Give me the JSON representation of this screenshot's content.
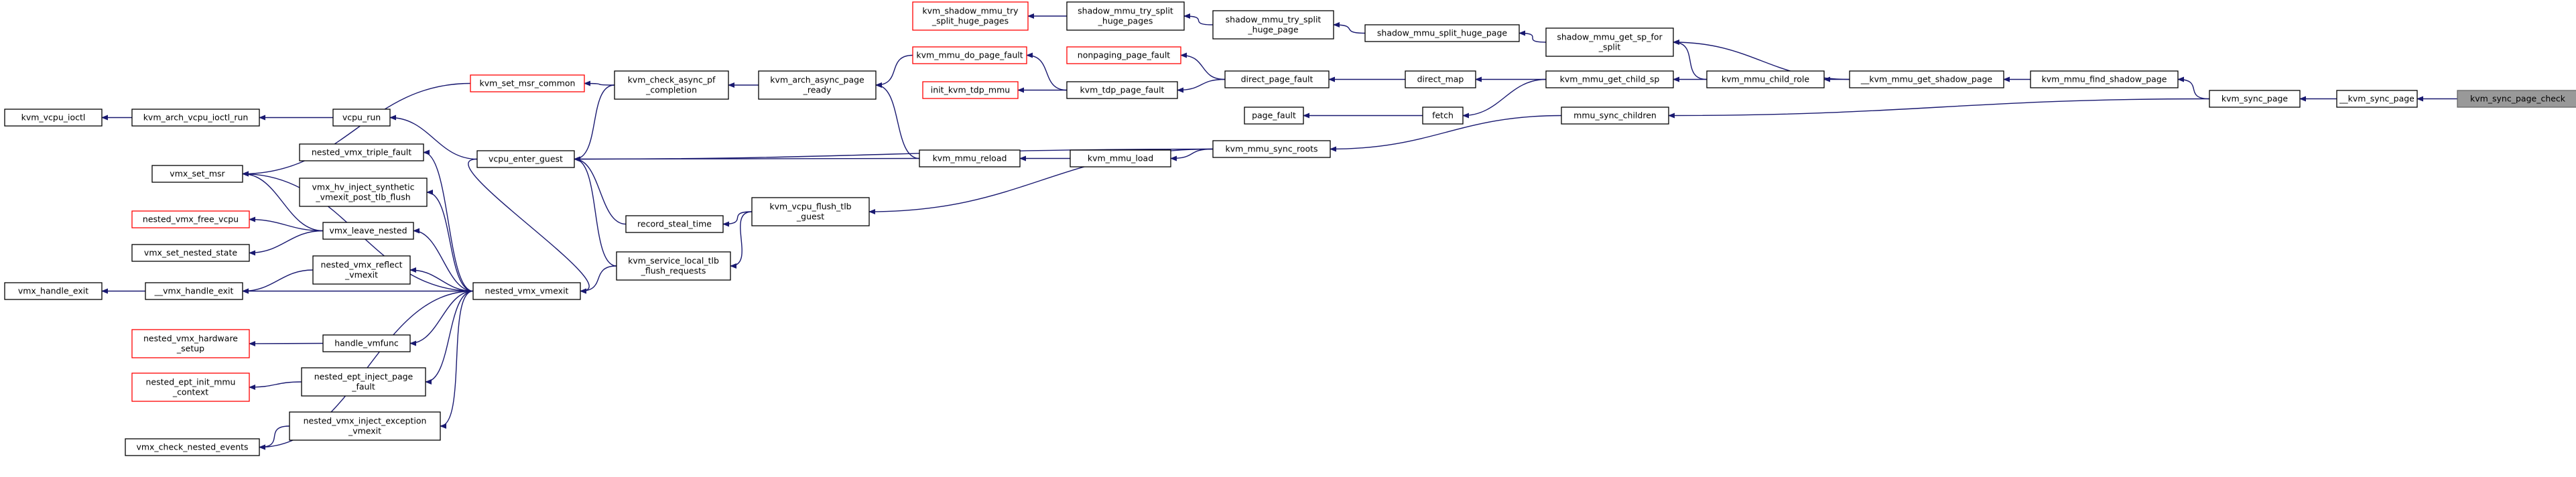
{
  "diagram": {
    "type": "call-graph",
    "direction": "right-to-left",
    "nodes": [
      {
        "id": "kvm_sync_page_check",
        "lines": [
          "kvm_sync_page_check"
        ],
        "style": "current"
      },
      {
        "id": "__kvm_sync_page",
        "lines": [
          "__kvm_sync_page"
        ],
        "style": "normal"
      },
      {
        "id": "kvm_sync_page",
        "lines": [
          "kvm_sync_page"
        ],
        "style": "normal"
      },
      {
        "id": "kvm_mmu_find_shadow_page",
        "lines": [
          "kvm_mmu_find_shadow_page"
        ],
        "style": "normal"
      },
      {
        "id": "__kvm_mmu_get_shadow_page",
        "lines": [
          "__kvm_mmu_get_shadow_page"
        ],
        "style": "normal"
      },
      {
        "id": "kvm_mmu_child_role",
        "lines": [
          "kvm_mmu_child_role"
        ],
        "style": "normal"
      },
      {
        "id": "shadow_mmu_get_sp_for_split",
        "lines": [
          "shadow_mmu_get_sp_for",
          "_split"
        ],
        "style": "normal"
      },
      {
        "id": "kvm_mmu_get_child_sp",
        "lines": [
          "kvm_mmu_get_child_sp"
        ],
        "style": "normal"
      },
      {
        "id": "shadow_mmu_split_huge_page",
        "lines": [
          "shadow_mmu_split_huge_page"
        ],
        "style": "normal"
      },
      {
        "id": "shadow_mmu_try_split_huge_page",
        "lines": [
          "shadow_mmu_try_split",
          "_huge_page"
        ],
        "style": "normal"
      },
      {
        "id": "shadow_mmu_try_split_huge_pages",
        "lines": [
          "shadow_mmu_try_split",
          "_huge_pages"
        ],
        "style": "normal"
      },
      {
        "id": "kvm_shadow_mmu_try_split_huge_pages",
        "lines": [
          "kvm_shadow_mmu_try",
          "_split_huge_pages"
        ],
        "style": "red"
      },
      {
        "id": "direct_map",
        "lines": [
          "direct_map"
        ],
        "style": "normal"
      },
      {
        "id": "fetch",
        "lines": [
          "fetch"
        ],
        "style": "normal"
      },
      {
        "id": "direct_page_fault",
        "lines": [
          "direct_page_fault"
        ],
        "style": "normal"
      },
      {
        "id": "nonpaging_page_fault",
        "lines": [
          "nonpaging_page_fault"
        ],
        "style": "red"
      },
      {
        "id": "kvm_tdp_page_fault",
        "lines": [
          "kvm_tdp_page_fault"
        ],
        "style": "normal"
      },
      {
        "id": "kvm_mmu_do_page_fault",
        "lines": [
          "kvm_mmu_do_page_fault"
        ],
        "style": "red"
      },
      {
        "id": "init_kvm_tdp_mmu",
        "lines": [
          "init_kvm_tdp_mmu"
        ],
        "style": "red"
      },
      {
        "id": "page_fault",
        "lines": [
          "page_fault"
        ],
        "style": "normal"
      },
      {
        "id": "mmu_sync_children",
        "lines": [
          "mmu_sync_children"
        ],
        "style": "normal"
      },
      {
        "id": "kvm_mmu_sync_roots",
        "lines": [
          "kvm_mmu_sync_roots"
        ],
        "style": "normal"
      },
      {
        "id": "kvm_mmu_load",
        "lines": [
          "kvm_mmu_load"
        ],
        "style": "normal"
      },
      {
        "id": "kvm_mmu_reload",
        "lines": [
          "kvm_mmu_reload"
        ],
        "style": "normal"
      },
      {
        "id": "kvm_vcpu_flush_tlb_guest",
        "lines": [
          "kvm_vcpu_flush_tlb",
          "_guest"
        ],
        "style": "normal"
      },
      {
        "id": "kvm_arch_async_page_ready",
        "lines": [
          "kvm_arch_async_page",
          "_ready"
        ],
        "style": "normal"
      },
      {
        "id": "kvm_check_async_pf_completion",
        "lines": [
          "kvm_check_async_pf",
          "_completion"
        ],
        "style": "normal"
      },
      {
        "id": "kvm_set_msr_common",
        "lines": [
          "kvm_set_msr_common"
        ],
        "style": "red"
      },
      {
        "id": "vcpu_enter_guest",
        "lines": [
          "vcpu_enter_guest"
        ],
        "style": "normal"
      },
      {
        "id": "record_steal_time",
        "lines": [
          "record_steal_time"
        ],
        "style": "normal"
      },
      {
        "id": "kvm_service_local_tlb_flush_requests",
        "lines": [
          "kvm_service_local_tlb",
          "_flush_requests"
        ],
        "style": "normal"
      },
      {
        "id": "vcpu_run",
        "lines": [
          "vcpu_run"
        ],
        "style": "normal"
      },
      {
        "id": "kvm_arch_vcpu_ioctl_run",
        "lines": [
          "kvm_arch_vcpu_ioctl_run"
        ],
        "style": "normal"
      },
      {
        "id": "kvm_vcpu_ioctl",
        "lines": [
          "kvm_vcpu_ioctl"
        ],
        "style": "normal"
      },
      {
        "id": "vmx_set_msr",
        "lines": [
          "vmx_set_msr"
        ],
        "style": "normal"
      },
      {
        "id": "nested_vmx_vmexit",
        "lines": [
          "nested_vmx_vmexit"
        ],
        "style": "normal"
      },
      {
        "id": "nested_vmx_triple_fault",
        "lines": [
          "nested_vmx_triple_fault"
        ],
        "style": "normal"
      },
      {
        "id": "vmx_hv_inject_synthetic_vmexit_post_tlb_flush",
        "lines": [
          "vmx_hv_inject_synthetic",
          "_vmexit_post_tlb_flush"
        ],
        "style": "normal"
      },
      {
        "id": "vmx_leave_nested",
        "lines": [
          "vmx_leave_nested"
        ],
        "style": "normal"
      },
      {
        "id": "nested_vmx_free_vcpu",
        "lines": [
          "nested_vmx_free_vcpu"
        ],
        "style": "red"
      },
      {
        "id": "vmx_set_nested_state",
        "lines": [
          "vmx_set_nested_state"
        ],
        "style": "normal"
      },
      {
        "id": "nested_vmx_reflect_vmexit",
        "lines": [
          "nested_vmx_reflect",
          "_vmexit"
        ],
        "style": "normal"
      },
      {
        "id": "__vmx_handle_exit",
        "lines": [
          "__vmx_handle_exit"
        ],
        "style": "normal"
      },
      {
        "id": "vmx_handle_exit",
        "lines": [
          "vmx_handle_exit"
        ],
        "style": "normal"
      },
      {
        "id": "handle_vmfunc",
        "lines": [
          "handle_vmfunc"
        ],
        "style": "normal"
      },
      {
        "id": "nested_vmx_hardware_setup",
        "lines": [
          "nested_vmx_hardware",
          "_setup"
        ],
        "style": "red"
      },
      {
        "id": "nested_ept_inject_page_fault",
        "lines": [
          "nested_ept_inject_page",
          "_fault"
        ],
        "style": "normal"
      },
      {
        "id": "nested_ept_init_mmu_context",
        "lines": [
          "nested_ept_init_mmu",
          "_context"
        ],
        "style": "red"
      },
      {
        "id": "nested_vmx_inject_exception_vmexit",
        "lines": [
          "nested_vmx_inject_exception",
          "_vmexit"
        ],
        "style": "normal"
      },
      {
        "id": "vmx_check_nested_events",
        "lines": [
          "vmx_check_nested_events"
        ],
        "style": "normal"
      }
    ],
    "edges": [
      [
        "__kvm_sync_page",
        "kvm_sync_page_check"
      ],
      [
        "kvm_sync_page",
        "__kvm_sync_page"
      ],
      [
        "kvm_mmu_find_shadow_page",
        "kvm_sync_page"
      ],
      [
        "mmu_sync_children",
        "kvm_sync_page"
      ],
      [
        "__kvm_mmu_get_shadow_page",
        "kvm_mmu_find_shadow_page"
      ],
      [
        "kvm_mmu_child_role",
        "__kvm_mmu_get_shadow_page"
      ],
      [
        "shadow_mmu_get_sp_for_split",
        "__kvm_mmu_get_shadow_page"
      ],
      [
        "kvm_mmu_get_child_sp",
        "kvm_mmu_child_role"
      ],
      [
        "shadow_mmu_get_sp_for_split",
        "kvm_mmu_child_role"
      ],
      [
        "shadow_mmu_split_huge_page",
        "shadow_mmu_get_sp_for_split"
      ],
      [
        "shadow_mmu_try_split_huge_page",
        "shadow_mmu_split_huge_page"
      ],
      [
        "shadow_mmu_try_split_huge_pages",
        "shadow_mmu_try_split_huge_page"
      ],
      [
        "kvm_shadow_mmu_try_split_huge_pages",
        "shadow_mmu_try_split_huge_pages"
      ],
      [
        "direct_map",
        "kvm_mmu_get_child_sp"
      ],
      [
        "fetch",
        "kvm_mmu_get_child_sp"
      ],
      [
        "direct_page_fault",
        "direct_map"
      ],
      [
        "nonpaging_page_fault",
        "direct_page_fault"
      ],
      [
        "kvm_tdp_page_fault",
        "direct_page_fault"
      ],
      [
        "kvm_mmu_do_page_fault",
        "kvm_tdp_page_fault"
      ],
      [
        "init_kvm_tdp_mmu",
        "kvm_tdp_page_fault"
      ],
      [
        "kvm_arch_async_page_ready",
        "kvm_mmu_do_page_fault"
      ],
      [
        "page_fault",
        "fetch"
      ],
      [
        "kvm_mmu_sync_roots",
        "mmu_sync_children"
      ],
      [
        "kvm_mmu_load",
        "kvm_mmu_sync_roots"
      ],
      [
        "kvm_vcpu_flush_tlb_guest",
        "kvm_mmu_sync_roots"
      ],
      [
        "vcpu_enter_guest",
        "kvm_mmu_sync_roots"
      ],
      [
        "kvm_mmu_reload",
        "kvm_mmu_load"
      ],
      [
        "kvm_arch_async_page_ready",
        "kvm_mmu_reload"
      ],
      [
        "vcpu_enter_guest",
        "kvm_mmu_reload"
      ],
      [
        "kvm_check_async_pf_completion",
        "kvm_arch_async_page_ready"
      ],
      [
        "kvm_set_msr_common",
        "kvm_check_async_pf_completion"
      ],
      [
        "vcpu_enter_guest",
        "kvm_check_async_pf_completion"
      ],
      [
        "vmx_set_msr",
        "kvm_set_msr_common"
      ],
      [
        "vcpu_run",
        "vcpu_enter_guest"
      ],
      [
        "nested_vmx_vmexit",
        "vcpu_enter_guest"
      ],
      [
        "kvm_arch_vcpu_ioctl_run",
        "vcpu_run"
      ],
      [
        "kvm_vcpu_ioctl",
        "kvm_arch_vcpu_ioctl_run"
      ],
      [
        "record_steal_time",
        "kvm_vcpu_flush_tlb_guest"
      ],
      [
        "kvm_service_local_tlb_flush_requests",
        "kvm_vcpu_flush_tlb_guest"
      ],
      [
        "vcpu_enter_guest",
        "record_steal_time"
      ],
      [
        "vcpu_enter_guest",
        "kvm_service_local_tlb_flush_requests"
      ],
      [
        "nested_vmx_vmexit",
        "kvm_service_local_tlb_flush_requests"
      ],
      [
        "nested_vmx_triple_fault",
        "nested_vmx_vmexit"
      ],
      [
        "vmx_hv_inject_synthetic_vmexit_post_tlb_flush",
        "nested_vmx_vmexit"
      ],
      [
        "vmx_leave_nested",
        "nested_vmx_vmexit"
      ],
      [
        "nested_vmx_reflect_vmexit",
        "nested_vmx_vmexit"
      ],
      [
        "__vmx_handle_exit",
        "nested_vmx_vmexit"
      ],
      [
        "handle_vmfunc",
        "nested_vmx_vmexit"
      ],
      [
        "nested_ept_inject_page_fault",
        "nested_vmx_vmexit"
      ],
      [
        "nested_vmx_inject_exception_vmexit",
        "nested_vmx_vmexit"
      ],
      [
        "vmx_check_nested_events",
        "nested_vmx_vmexit"
      ],
      [
        "vmx_set_msr",
        "nested_vmx_vmexit"
      ],
      [
        "vmx_set_msr",
        "vmx_leave_nested"
      ],
      [
        "nested_vmx_free_vcpu",
        "vmx_leave_nested"
      ],
      [
        "vmx_set_nested_state",
        "vmx_leave_nested"
      ],
      [
        "__vmx_handle_exit",
        "nested_vmx_reflect_vmexit"
      ],
      [
        "vmx_handle_exit",
        "__vmx_handle_exit"
      ],
      [
        "nested_vmx_hardware_setup",
        "handle_vmfunc"
      ],
      [
        "nested_ept_init_mmu_context",
        "nested_ept_inject_page_fault"
      ],
      [
        "vmx_check_nested_events",
        "nested_vmx_inject_exception_vmexit"
      ]
    ]
  }
}
